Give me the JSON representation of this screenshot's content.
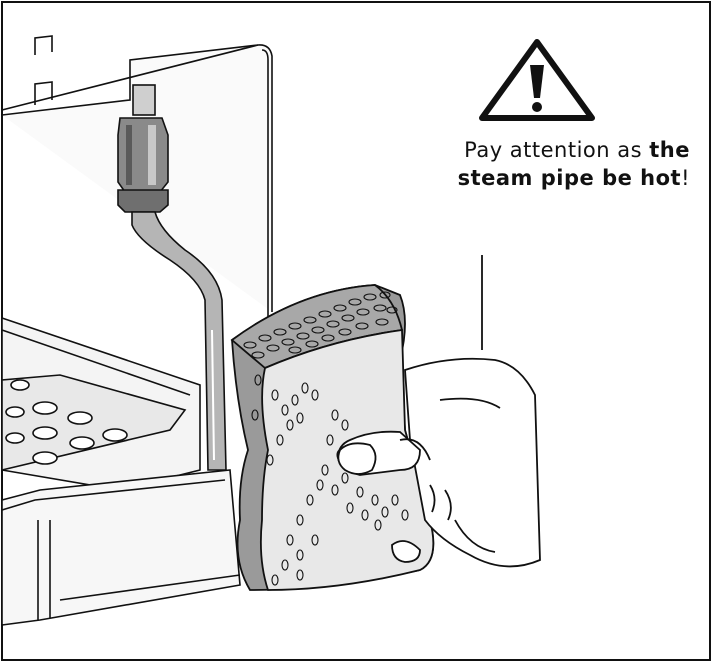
{
  "warning": {
    "icon": "warning-triangle-icon",
    "text_normal": "Pay attention as ",
    "text_bold_1": "the",
    "text_bold_2": "steam pipe be hot",
    "text_end": "!"
  },
  "colors": {
    "line": "#111111",
    "sponge_fill": "#9a9a9a",
    "sponge_light": "#e6e6e6",
    "machine_fill": "#f2f2f2",
    "pipe_fill": "#b5b5b5"
  }
}
